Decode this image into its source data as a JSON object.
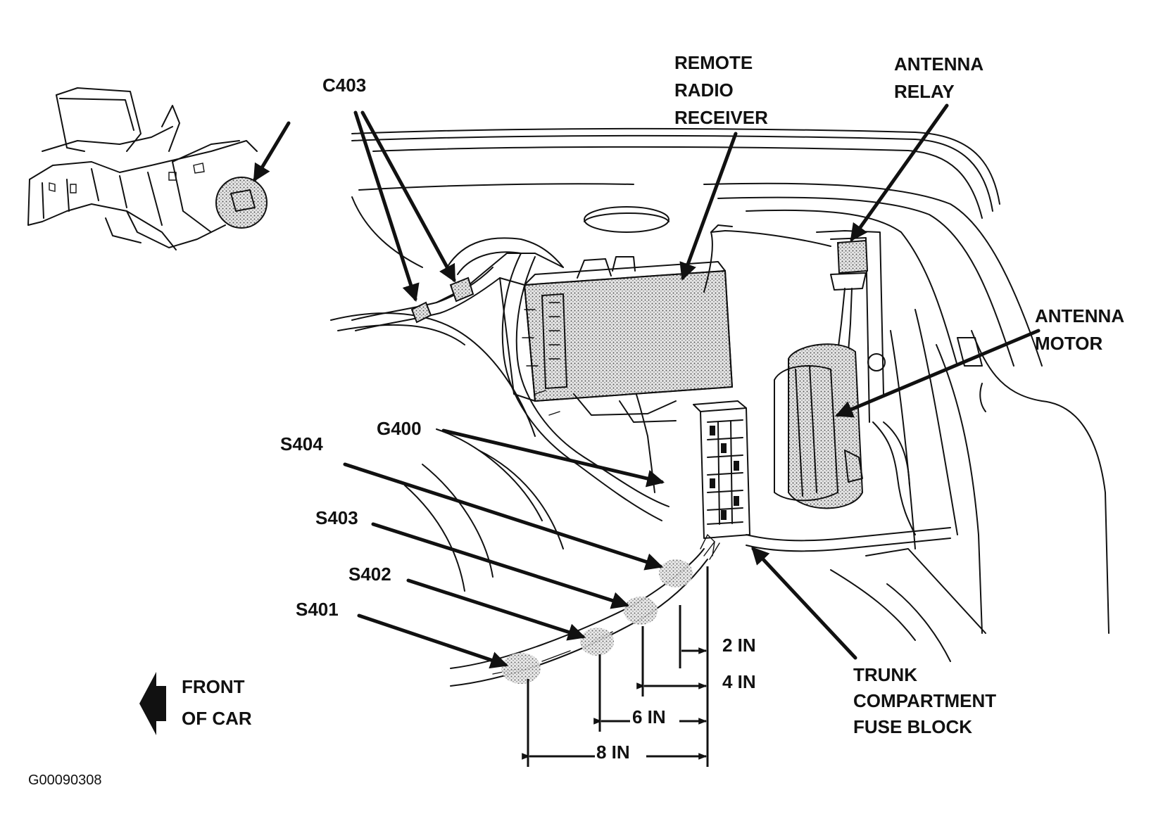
{
  "labels": {
    "c403": "C403",
    "remote_radio_receiver": [
      "REMOTE",
      "RADIO",
      "RECEIVER"
    ],
    "antenna_relay": [
      "ANTENNA",
      "RELAY"
    ],
    "antenna_motor": [
      "ANTENNA",
      "MOTOR"
    ],
    "g400": "G400",
    "s404": "S404",
    "s403": "S403",
    "s402": "S402",
    "s401": "S401",
    "trunk_fuse_block": [
      "TRUNK",
      "COMPARTMENT",
      "FUSE BLOCK"
    ],
    "front_of_car": [
      "FRONT",
      "OF CAR"
    ]
  },
  "dimensions": {
    "d2": "2 IN",
    "d4": "4 IN",
    "d6": "6 IN",
    "d8": "8 IN"
  },
  "figure_code": "G00090308"
}
